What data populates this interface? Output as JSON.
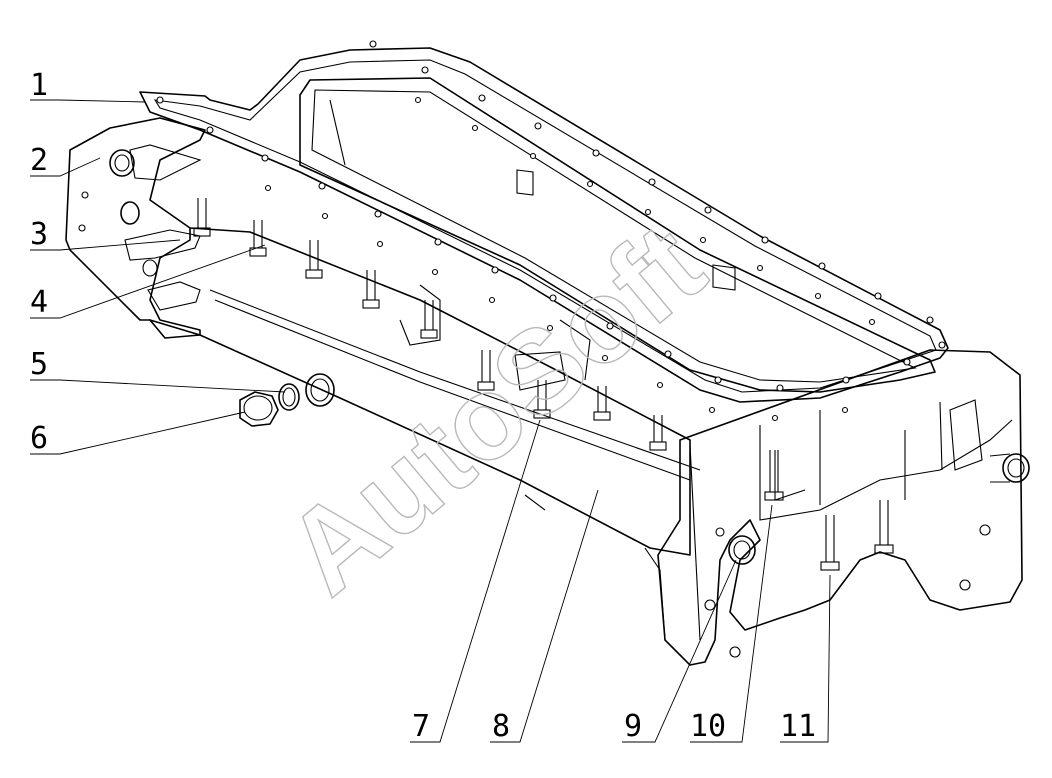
{
  "callouts": [
    {
      "label": "1"
    },
    {
      "label": "2"
    },
    {
      "label": "3"
    },
    {
      "label": "4"
    },
    {
      "label": "5"
    },
    {
      "label": "6"
    },
    {
      "label": "7"
    },
    {
      "label": "8"
    },
    {
      "label": "9"
    },
    {
      "label": "10"
    },
    {
      "label": "11"
    }
  ],
  "watermark": "AutoSoft"
}
